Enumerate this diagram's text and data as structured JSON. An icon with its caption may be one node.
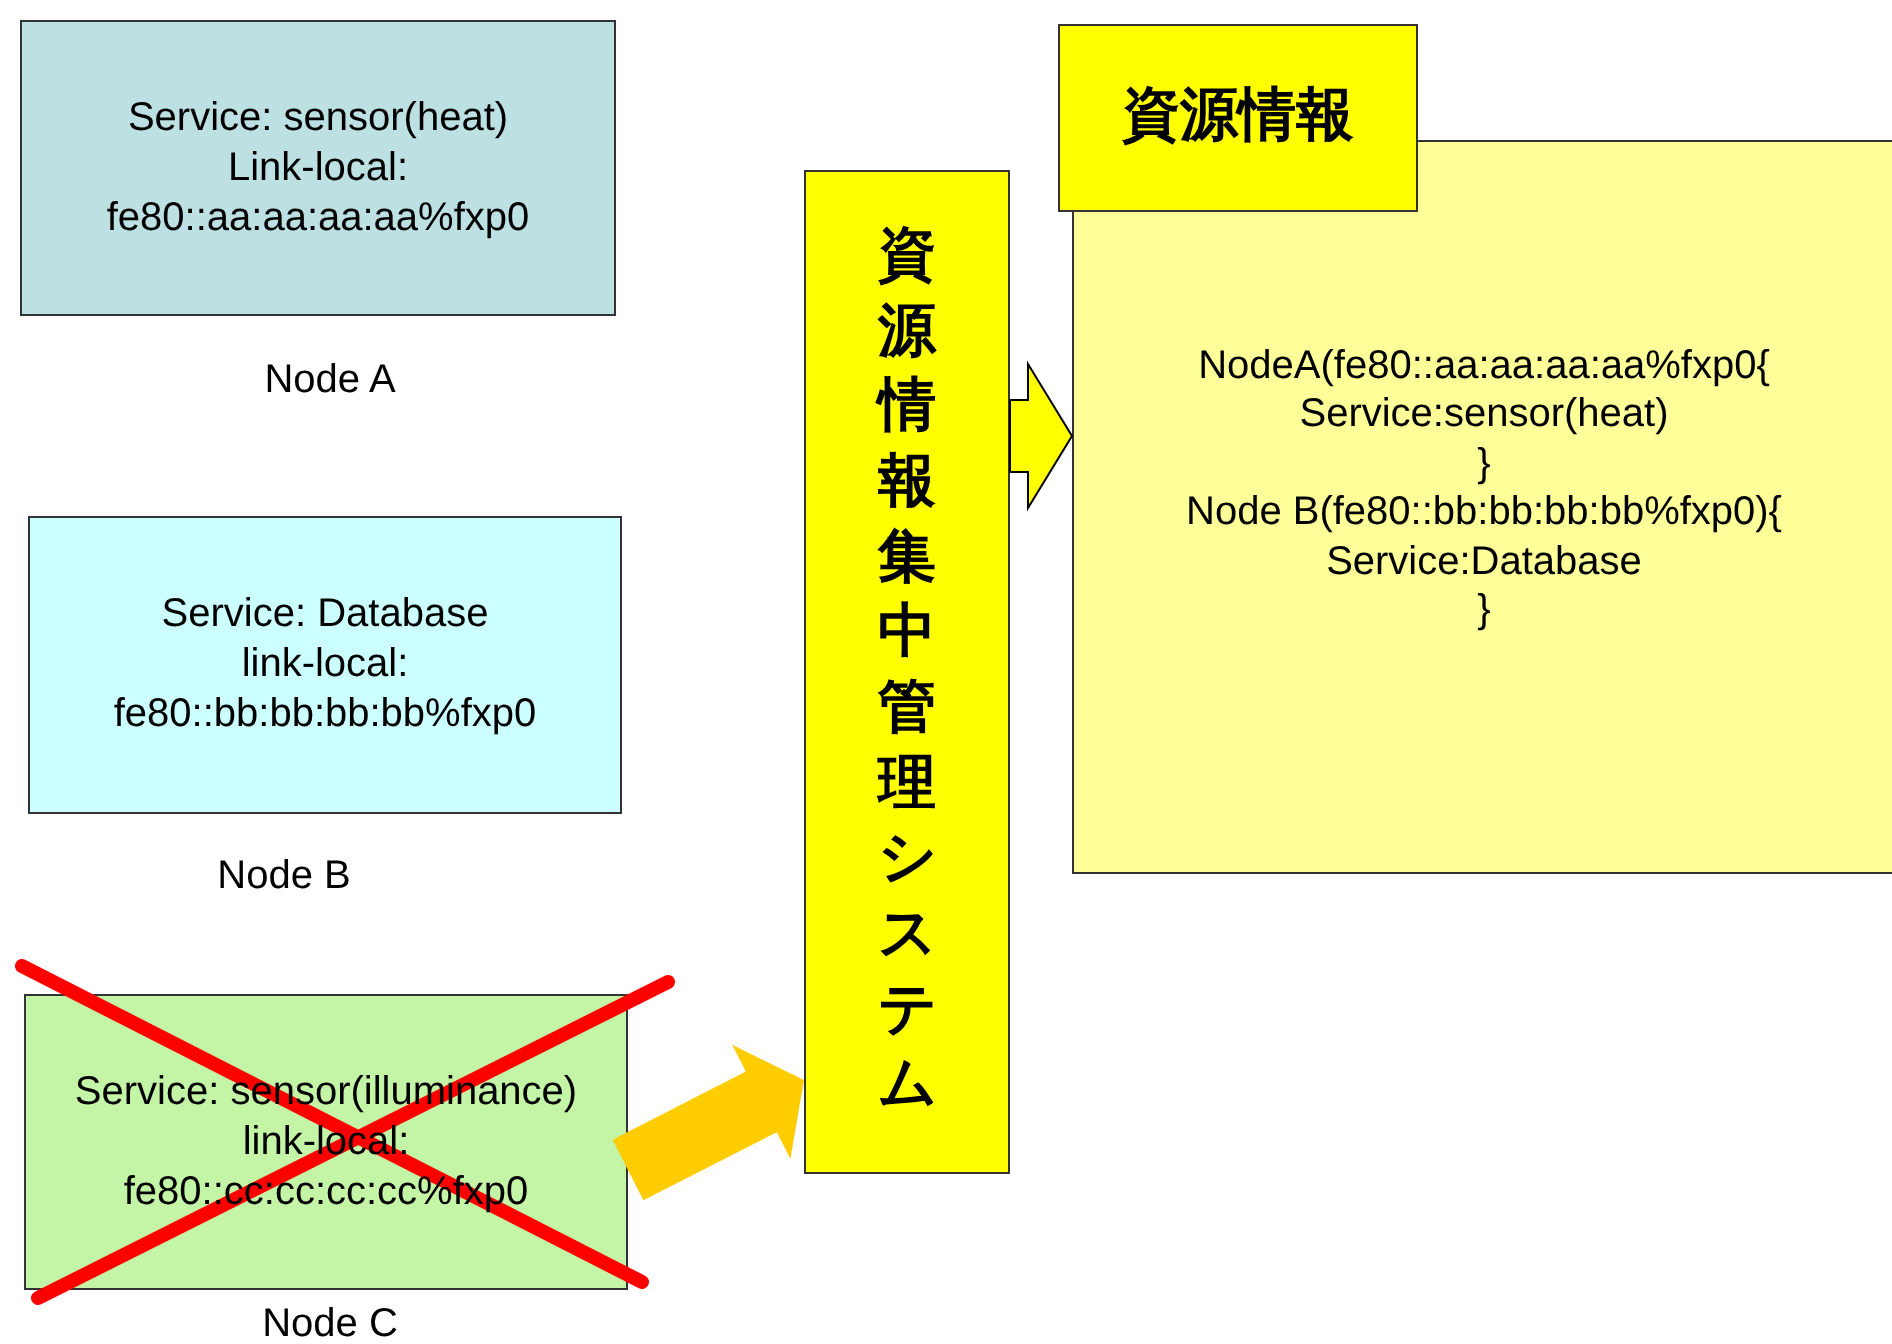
{
  "diagram": {
    "nodes": [
      {
        "text": [
          "Service: sensor(heat)",
          "Link-local:",
          "fe80::aa:aa:aa:aa%fxp0"
        ],
        "beside": [
          "Node A"
        ]
      },
      {
        "text": [
          "Service: Database",
          "link-local:",
          "fe80::bb:bb:bb:bb%fxp0"
        ],
        "beside": [
          "Node B"
        ]
      },
      {
        "text": [
          "Service: sensor(illuminance)",
          "link-local:",
          "fe80::cc:cc:cc:cc%fxp0"
        ],
        "beside": [
          "Node C"
        ]
      },
      {
        "text": [
          "資源情報集中管理システム"
        ]
      },
      {
        "text": [
          "資源情報"
        ]
      },
      {
        "text": [
          "NodeA(fe80::aa:aa:aa:aa%fxp0{",
          "Service:sensor(heat)",
          "}",
          "Node B(fe80::bb:bb:bb:bb%fxp0){",
          "Service:Database",
          "}"
        ]
      }
    ],
    "edges": [
      {
        "from": 2,
        "to": 3,
        "arrow": "to",
        "style": "thick",
        "color": "#ffcc00"
      },
      {
        "from": 3,
        "to": 5,
        "arrow": "to",
        "style": "thick"
      }
    ]
  }
}
